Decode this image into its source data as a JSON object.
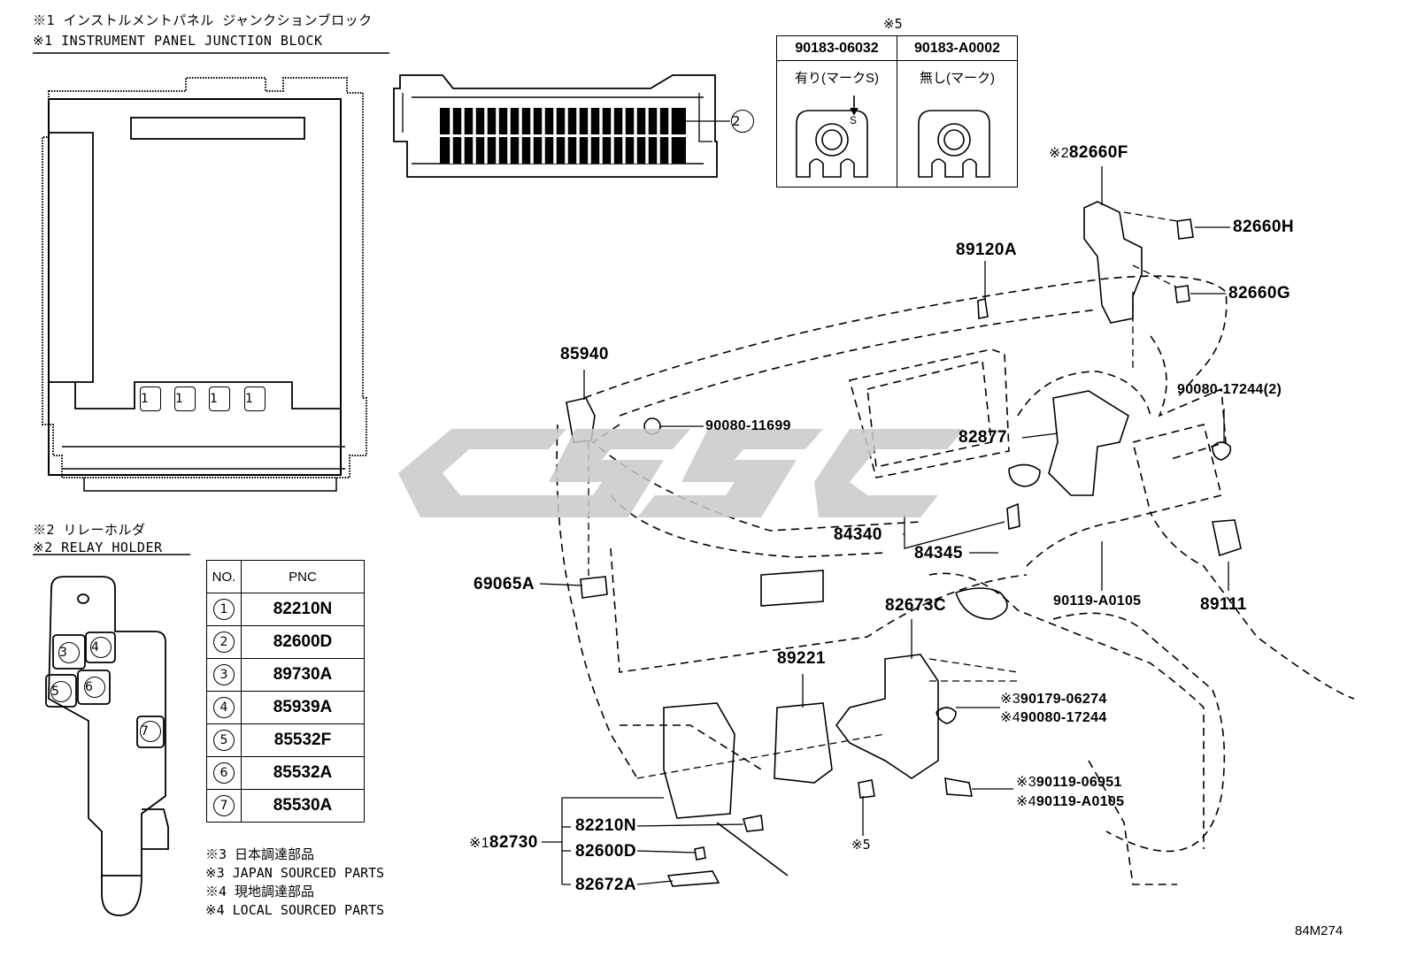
{
  "header": {
    "jb_jp": "※1 インストルメントパネル ジャンクションブロック",
    "jb_en": "※1 INSTRUMENT PANEL JUNCTION BLOCK",
    "rh_jp": "※2 リレーホルダ",
    "rh_en": "※2 RELAY HOLDER"
  },
  "callouts": {
    "c1": "1",
    "c2": "2",
    "c3": "3",
    "c4": "4",
    "c5": "5",
    "c6": "6",
    "c7": "7"
  },
  "pnc_table": {
    "col_no": "NO.",
    "col_pnc": "PNC",
    "rows": [
      {
        "no": "1",
        "pnc": "82210N"
      },
      {
        "no": "2",
        "pnc": "82600D"
      },
      {
        "no": "3",
        "pnc": "89730A"
      },
      {
        "no": "4",
        "pnc": "85939A"
      },
      {
        "no": "5",
        "pnc": "85532F"
      },
      {
        "no": "6",
        "pnc": "85532A"
      },
      {
        "no": "7",
        "pnc": "85530A"
      }
    ]
  },
  "notes": {
    "n3_jp": "※3 日本調達部品",
    "n3_en": "※3 JAPAN SOURCED PARTS",
    "n4_jp": "※4 現地調達部品",
    "n4_en": "※4 LOCAL SOURCED PARTS"
  },
  "s5_table": {
    "title": "※5",
    "col1": "90183-06032",
    "col2": "90183-A0002",
    "sub1": "有り(マークS)",
    "sub2": "無し(マーク)",
    "mark": "S"
  },
  "parts": {
    "p82660F": "82660F",
    "p82660F_prefix": "※2",
    "p82660H": "82660H",
    "p82660G": "82660G",
    "p89120A": "89120A",
    "p85940": "85940",
    "p90080_11699": "90080-11699",
    "p90080_17244_2": "90080-17244(2)",
    "p82877": "82877",
    "p84340": "84340",
    "p84345": "84345",
    "p69065A": "69065A",
    "p89111": "89111",
    "p90119_A0105": "90119-A0105",
    "p82673C": "82673C",
    "p89221": "89221",
    "p90179_06274": "90179-06274",
    "p90179_prefix": "※3",
    "p90080_17244": "90080-17244",
    "p90080_prefix": "※4",
    "p90119_06951": "90119-06951",
    "p90119_06951_prefix": "※3",
    "p90119_A0105b": "90119-A0105",
    "p90119_A0105b_prefix": "※4",
    "p82730": "82730",
    "p82730_prefix": "※1",
    "p82210N": "82210N",
    "p82600D": "82600D",
    "p82672A": "82672A",
    "s5_ref": "※5"
  },
  "footer": {
    "code": "84M274"
  },
  "watermark": {
    "text": "CSSC",
    "color": "#c9c9c9"
  }
}
